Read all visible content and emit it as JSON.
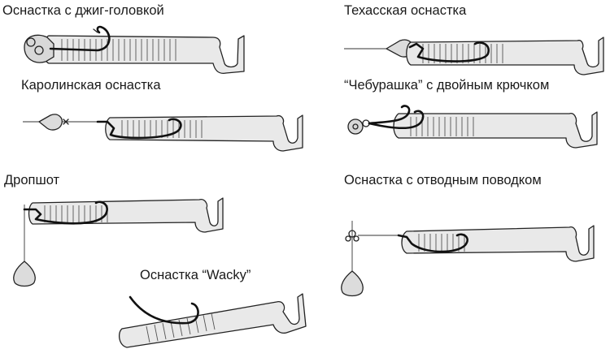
{
  "rigs": {
    "jig_head": {
      "title": "Оснастка с джиг-головкой"
    },
    "texas": {
      "title": "Техасская оснастка"
    },
    "carolina": {
      "title": "Каролинская оснастка"
    },
    "cheburashka": {
      "title": "“Чебурашка” с двойным крючком"
    },
    "dropshot": {
      "title": "Дропшот"
    },
    "offset_leader": {
      "title": "Оснастка с отводным поводком"
    },
    "wacky": {
      "title": "Оснастка “Wacky”"
    }
  }
}
